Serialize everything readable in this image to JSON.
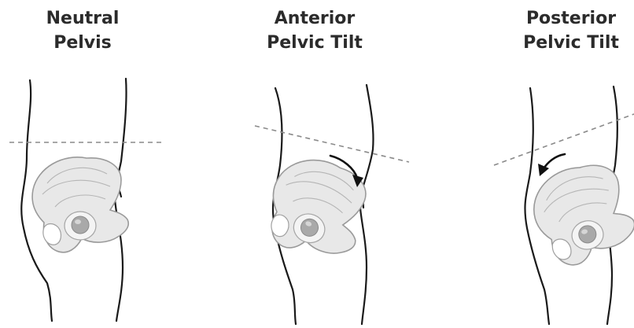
{
  "panels": [
    {
      "id": "neutral",
      "title_line1": "Neutral",
      "title_line2": "Pelvis"
    },
    {
      "id": "anterior",
      "title_line1": "Anterior",
      "title_line2": "Pelvic Tilt"
    },
    {
      "id": "posterior",
      "title_line1": "Posterior",
      "title_line2": "Pelvic Tilt"
    }
  ],
  "colors": {
    "title_text": "#2b2b2b",
    "outline": "#1a1a1a",
    "pelvis_fill": "#e8e8e8",
    "reference_line": "#8a8a8a"
  },
  "icons": {
    "anterior_arrow": "clockwise-arrow-icon",
    "posterior_arrow": "counterclockwise-arrow-icon"
  }
}
